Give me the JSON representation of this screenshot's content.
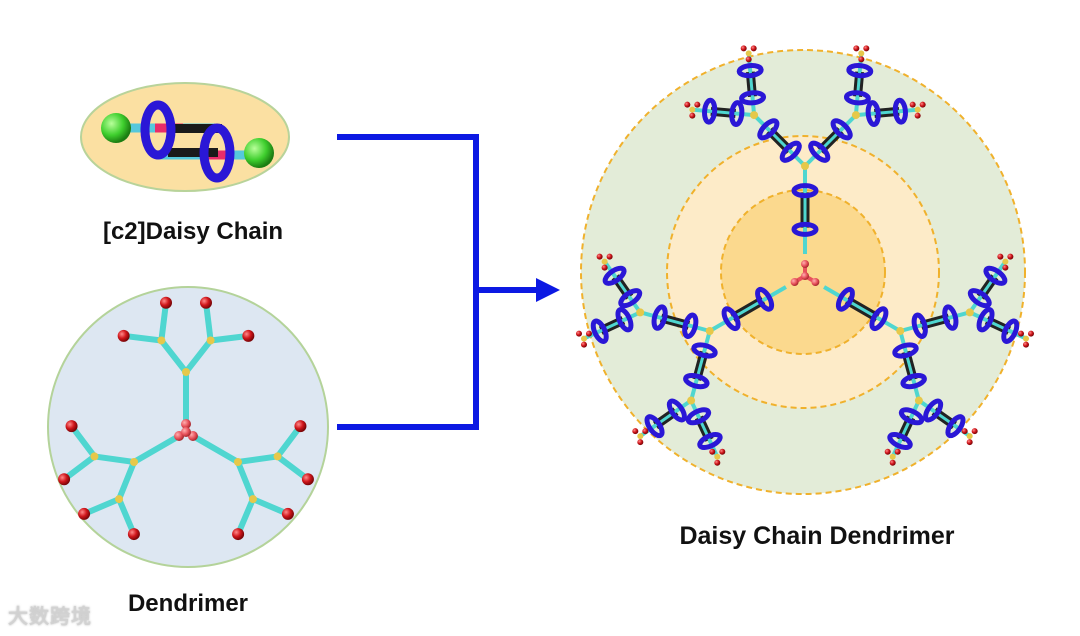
{
  "labels": {
    "daisy_chain": "[c2]Daisy Chain",
    "dendrimer": "Dendrimer",
    "product": "Daisy Chain Dendrimer"
  },
  "watermark": {
    "text": "大数跨境"
  },
  "colors": {
    "daisy_panel_fill": "#fbe0a2",
    "daisy_panel_stroke": "#b8d39a",
    "dendrimer_panel_fill": "#dde7f2",
    "dendrimer_panel_stroke": "#b4d39a",
    "outer_ring": "#e3ecd8",
    "middle_ring": "#fdebc8",
    "inner_ring": "#fbd98e",
    "dashed_ring_stroke": "#f0b12c",
    "arrow": "#0c19e3",
    "ring_molecule": "#2a17d6",
    "axle": "#222222",
    "bond": "#4fd6d0",
    "branch_node": "#e6c84a",
    "core": "#e8525c",
    "end_group": "#c41416",
    "stopper": "#44d23c"
  }
}
